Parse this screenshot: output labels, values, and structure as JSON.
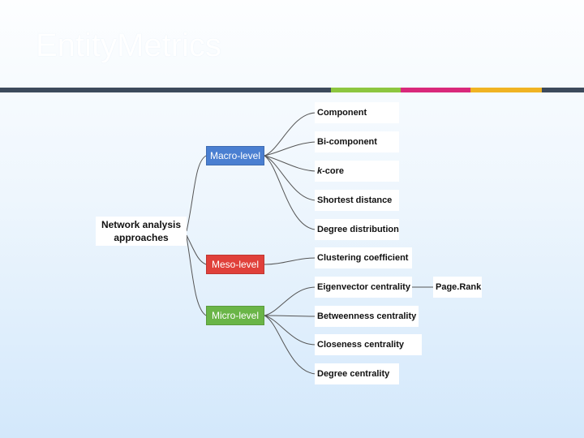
{
  "title": "EntityMetrics",
  "title_bar_colors": [
    "#3d4a5c",
    "#8dc63f",
    "#d9287b",
    "#f0b323",
    "#3d4a5c"
  ],
  "diagram": {
    "root": {
      "line1": "Network analysis",
      "line2": "approaches"
    },
    "levels": [
      {
        "label": "Macro-level",
        "color": "#4a7fd1"
      },
      {
        "label": "Meso-level",
        "color": "#e0403a"
      },
      {
        "label": "Micro-level",
        "color": "#6ab547"
      }
    ],
    "macro_items": [
      "Component",
      "Bi-component",
      "k",
      "-core",
      "Shortest distance",
      "Degree distribution"
    ],
    "meso_items": [
      "Clustering coefficient"
    ],
    "micro_items": [
      "Eigenvector centrality",
      "Betweenness centrality",
      "Closeness centrality",
      "Degree centrality"
    ],
    "extra_item": "Page.Rank"
  }
}
